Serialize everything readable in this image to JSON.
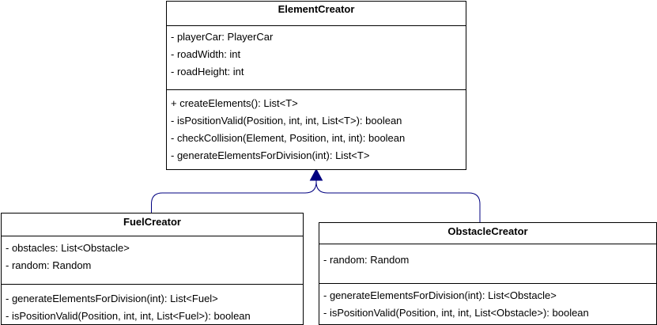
{
  "classes": {
    "element_creator": {
      "name": "ElementCreator",
      "attributes": [
        "- playerCar: PlayerCar",
        "- roadWidth: int",
        "- roadHeight: int"
      ],
      "operations": [
        "+ createElements(): List<T>",
        "- isPositionValid(Position, int, int, List<T>): boolean",
        "- checkCollision(Element, Position, int, int): boolean",
        "- generateElementsForDivision(int): List<T>"
      ]
    },
    "fuel_creator": {
      "name": "FuelCreator",
      "attributes": [
        "- obstacles: List<Obstacle>",
        "- random: Random"
      ],
      "operations": [
        "- generateElementsForDivision(int): List<Fuel>",
        "- isPositionValid(Position, int, int, List<Fuel>): boolean"
      ]
    },
    "obstacle_creator": {
      "name": "ObstacleCreator",
      "attributes": [
        "- random: Random"
      ],
      "operations": [
        "- generateElementsForDivision(int): List<Obstacle>",
        "- isPositionValid(Position, int, int, List<Obstacle>): boolean"
      ]
    }
  },
  "colors": {
    "edge": "#000080",
    "border": "#000000"
  }
}
